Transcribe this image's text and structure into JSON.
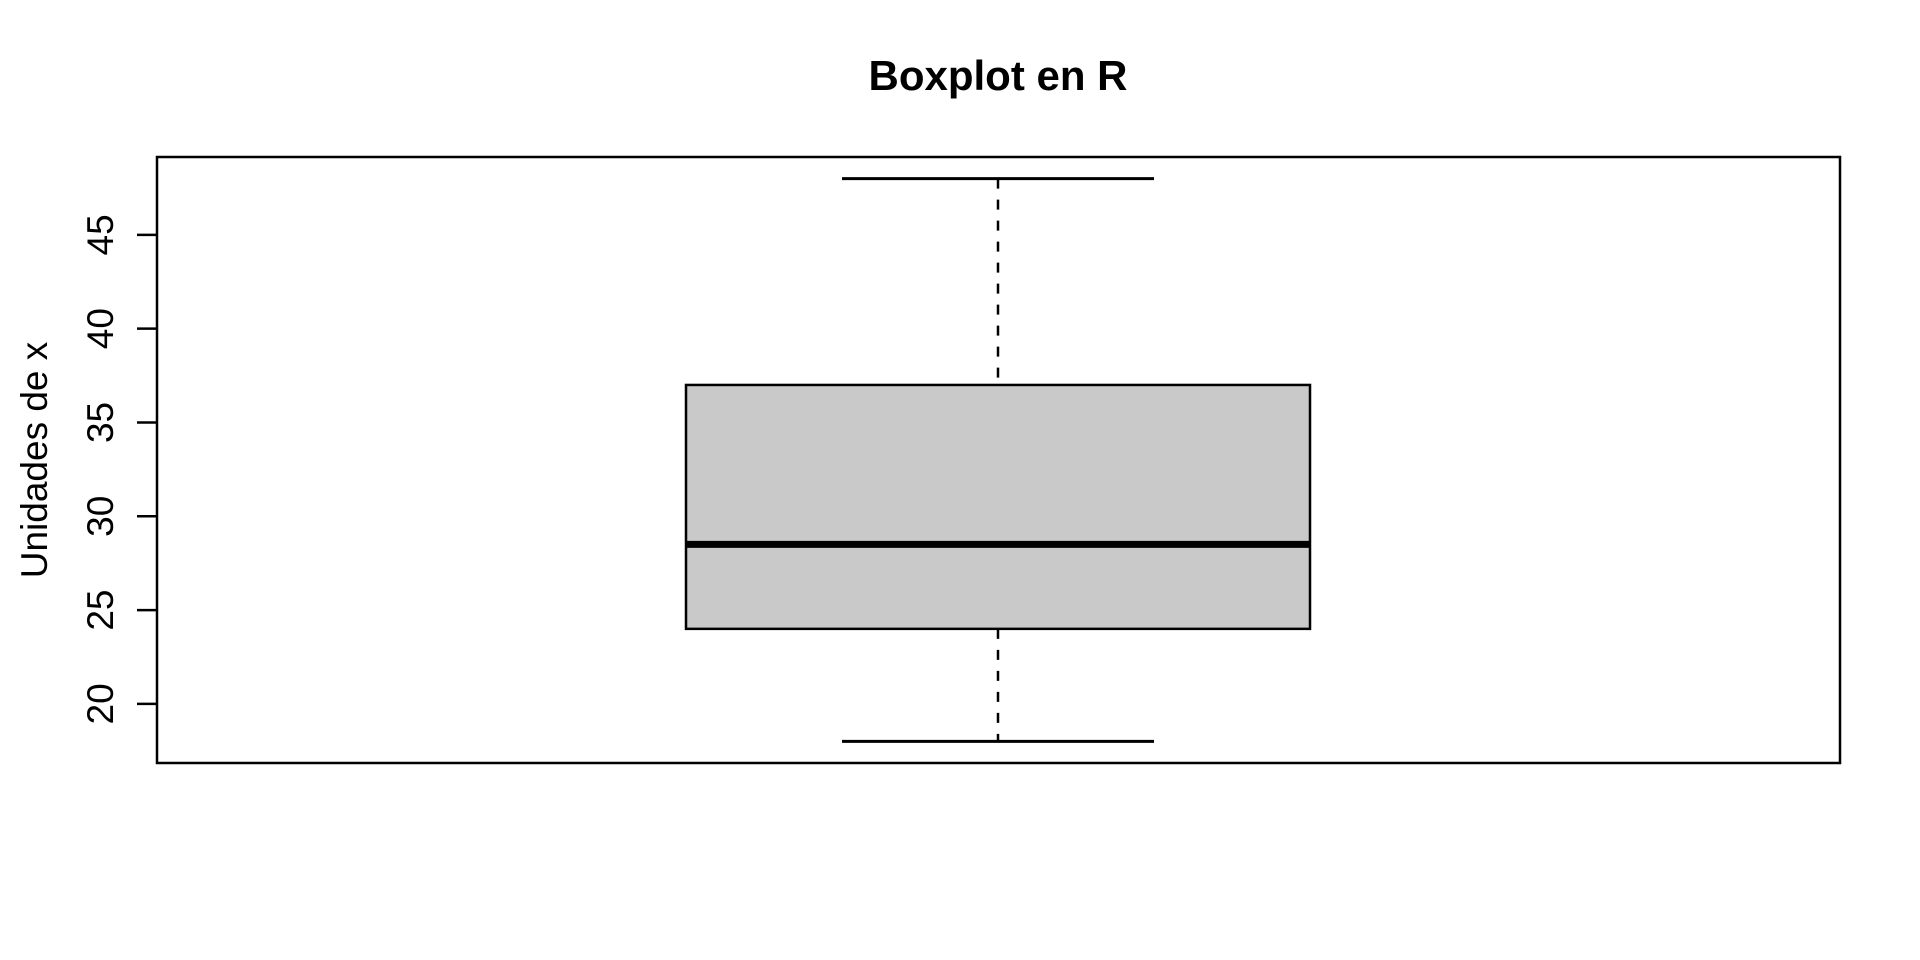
{
  "figure": {
    "background": "#FFFFFF"
  },
  "chart_data": {
    "type": "boxplot",
    "title": "Boxplot en R",
    "xlabel": "",
    "ylabel": "Unidades de x",
    "orientation": "vertical",
    "categories": [
      ""
    ],
    "yticks": [
      20,
      25,
      30,
      35,
      40,
      45
    ],
    "ylim": [
      16.85,
      49.15
    ],
    "grid": false,
    "legend": "none",
    "series": [
      {
        "name": "x",
        "lower_whisker": 18,
        "q1": 24,
        "median": 28.5,
        "q3": 37,
        "upper_whisker": 48,
        "outliers": []
      }
    ],
    "colors": {
      "box_fill": "#C9C9C9",
      "line": "#000000",
      "background": "#FFFFFF"
    }
  }
}
